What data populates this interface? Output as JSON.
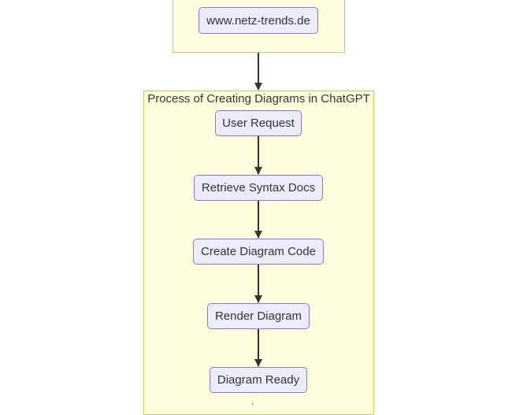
{
  "top_group": {
    "site_node": "www.netz-trends.de"
  },
  "main_group": {
    "title": "Process of Creating Diagrams in ChatGPT",
    "steps": [
      "User Request",
      "Retrieve Syntax Docs",
      "Create Diagram Code",
      "Render Diagram",
      "Diagram Ready"
    ]
  },
  "edges": [
    {
      "from": "www.netz-trends.de",
      "to": "Process of Creating Diagrams in ChatGPT"
    },
    {
      "from": "User Request",
      "to": "Retrieve Syntax Docs"
    },
    {
      "from": "Retrieve Syntax Docs",
      "to": "Create Diagram Code"
    },
    {
      "from": "Create Diagram Code",
      "to": "Render Diagram"
    },
    {
      "from": "Render Diagram",
      "to": "Diagram Ready"
    }
  ],
  "icons": {
    "scroll_hint": "down-arrow-icon"
  },
  "colors": {
    "cluster_fill": "#ffffdd",
    "cluster_border": "#c8c870",
    "node_fill": "#ececff",
    "node_border": "#9370db",
    "edge": "#333333"
  }
}
